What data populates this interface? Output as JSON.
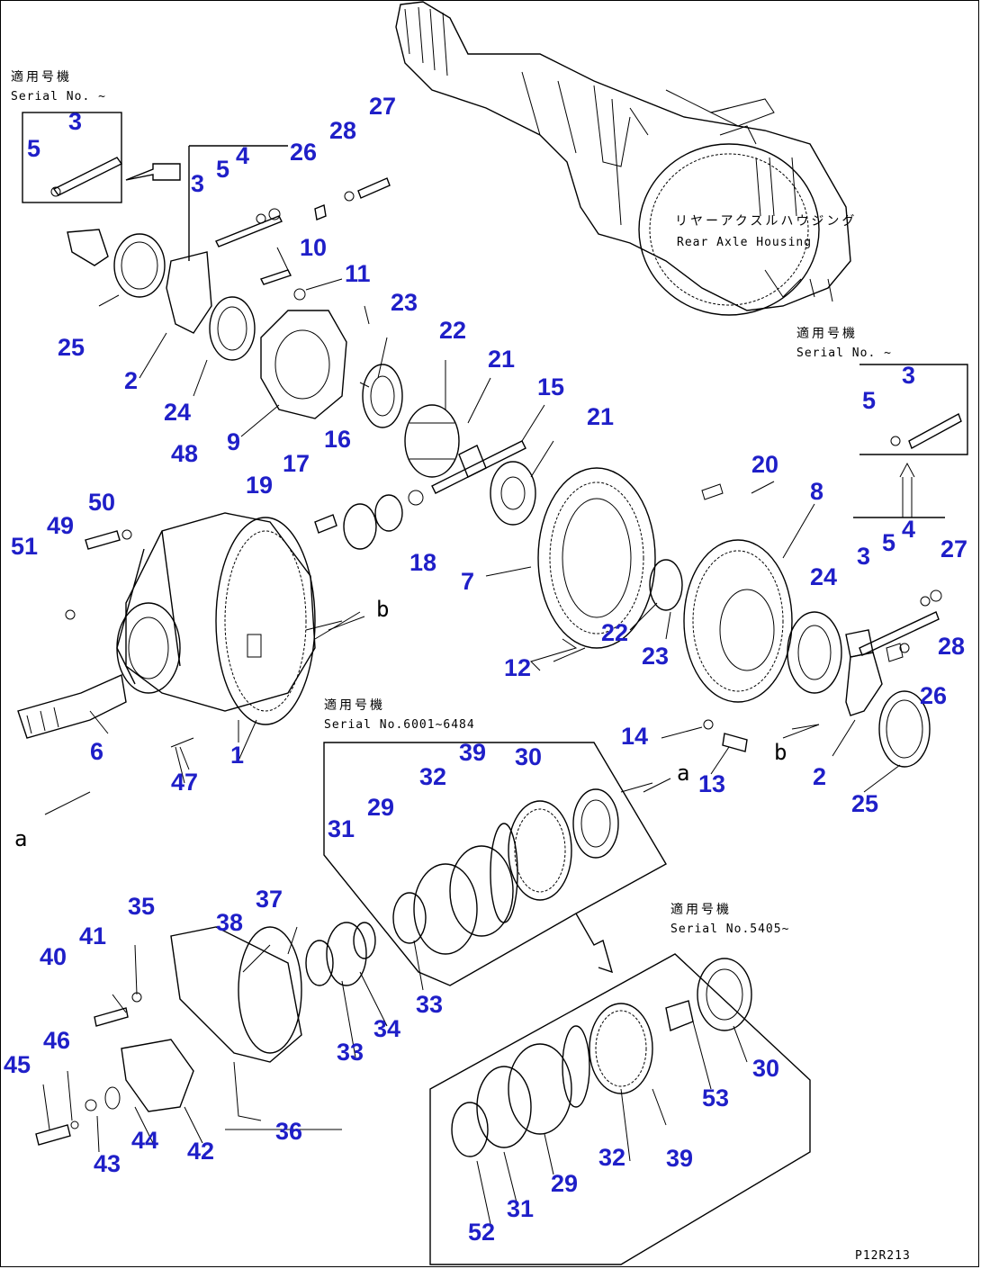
{
  "diagram": {
    "housing_label_jp": "リヤーアクスルハウジング",
    "housing_label_en": "Rear Axle Housing",
    "serial_notes": [
      {
        "jp": "適用号機",
        "en": "Serial No. ~"
      },
      {
        "jp": "適用号機",
        "en": "Serial No. ~"
      },
      {
        "jp": "適用号機",
        "en": "Serial No.6001~6484"
      },
      {
        "jp": "適用号機",
        "en": "Serial No.5405~"
      }
    ],
    "view_markers": [
      "a",
      "a",
      "b",
      "b"
    ],
    "drawing_code": "P12R213",
    "part_numbers": [
      "1",
      "2",
      "2",
      "3",
      "3",
      "3",
      "3",
      "4",
      "4",
      "5",
      "5",
      "5",
      "5",
      "6",
      "7",
      "8",
      "9",
      "10",
      "11",
      "12",
      "13",
      "14",
      "15",
      "16",
      "17",
      "18",
      "19",
      "20",
      "21",
      "21",
      "22",
      "22",
      "23",
      "23",
      "24",
      "24",
      "25",
      "25",
      "26",
      "26",
      "27",
      "27",
      "28",
      "28",
      "29",
      "29",
      "30",
      "30",
      "31",
      "31",
      "32",
      "32",
      "33",
      "33",
      "34",
      "35",
      "36",
      "37",
      "38",
      "39",
      "39",
      "40",
      "41",
      "42",
      "43",
      "44",
      "45",
      "46",
      "47",
      "48",
      "49",
      "50",
      "51",
      "52",
      "53"
    ]
  }
}
